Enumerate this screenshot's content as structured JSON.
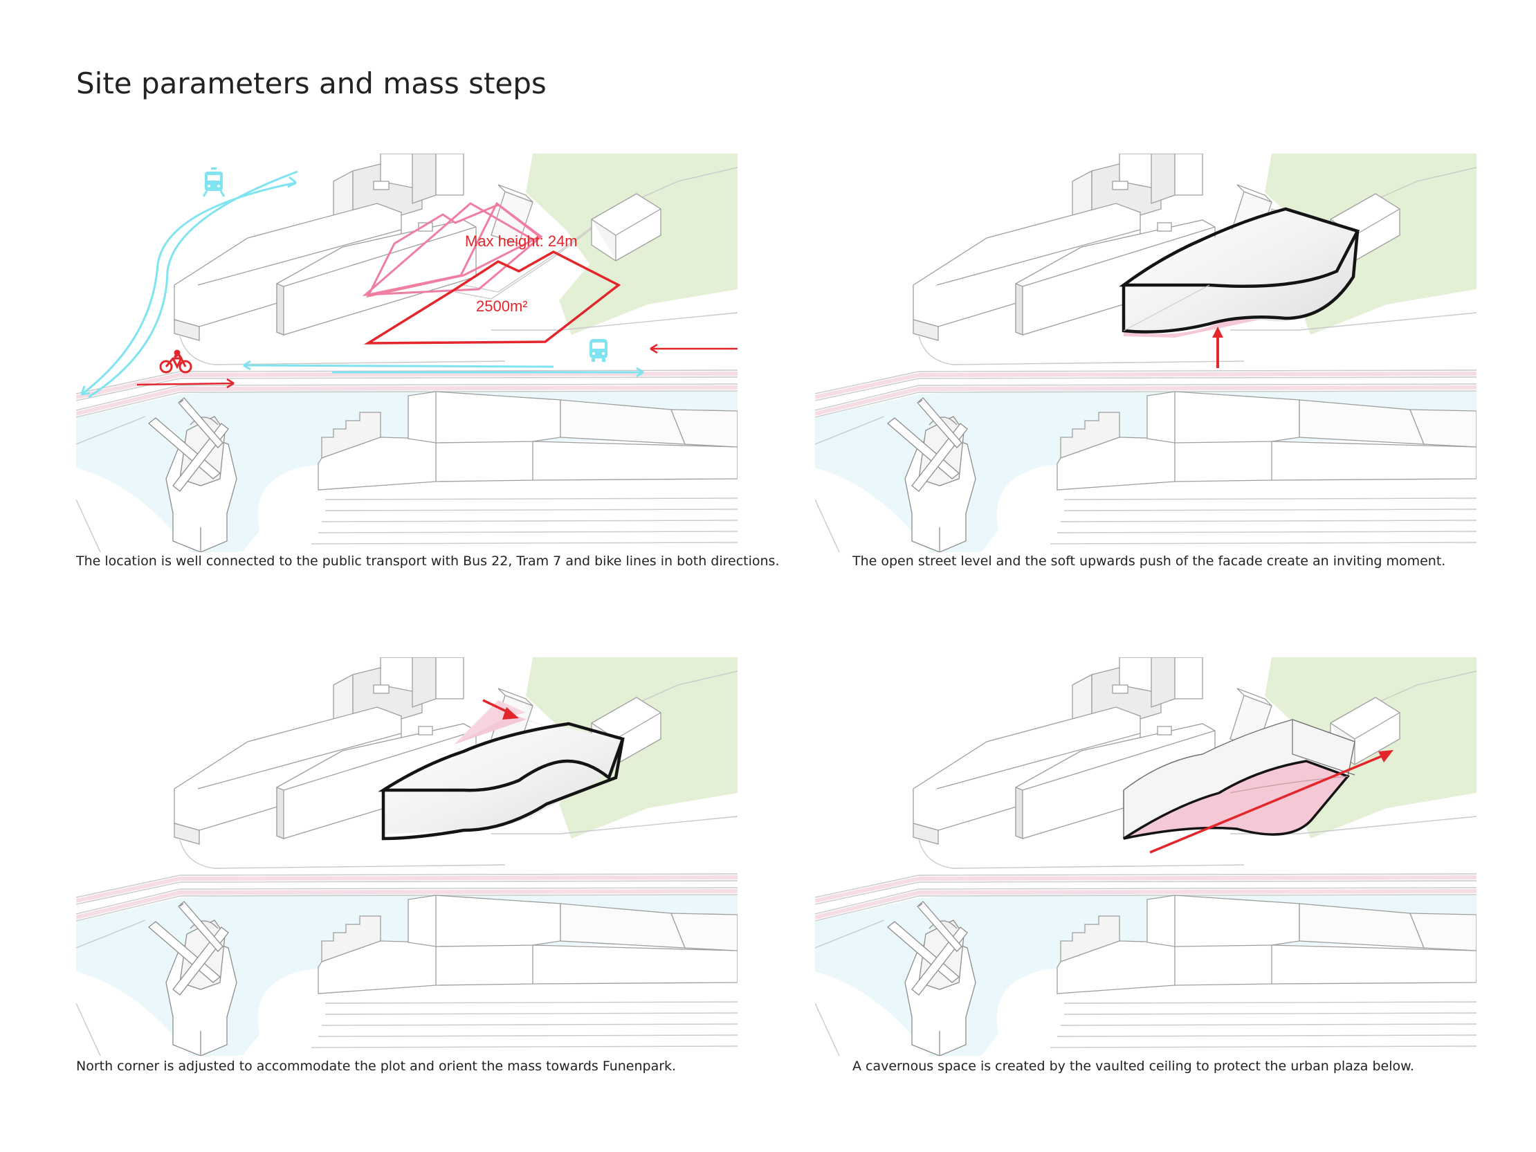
{
  "page": {
    "title": "Site parameters and mass steps"
  },
  "colors": {
    "accent_red": "#e3262b",
    "accent_pink": "#ef7fa0",
    "transit_cyan": "#7fe3f0",
    "water": "#eaf7fb",
    "park": "#e3f0d6",
    "path_pink": "#f6dce5",
    "outline": "#b8b8b8"
  },
  "panels": [
    {
      "caption": "The location is well connected to the public transport with Bus 22, Tram 7  and bike lines in both directions.",
      "labels": {
        "max_height": "Max height: 24m",
        "area": "2500m²"
      },
      "icons": [
        "tram-icon",
        "bus-icon",
        "bicycle-icon"
      ]
    },
    {
      "caption": "The open street level and the soft upwards push of the facade create an inviting moment."
    },
    {
      "caption": "North corner is adjusted to accommodate the  plot and orient the mass towards Funenpark."
    },
    {
      "caption": "A cavernous space is created by the vaulted ceiling to protect the urban plaza below."
    }
  ]
}
